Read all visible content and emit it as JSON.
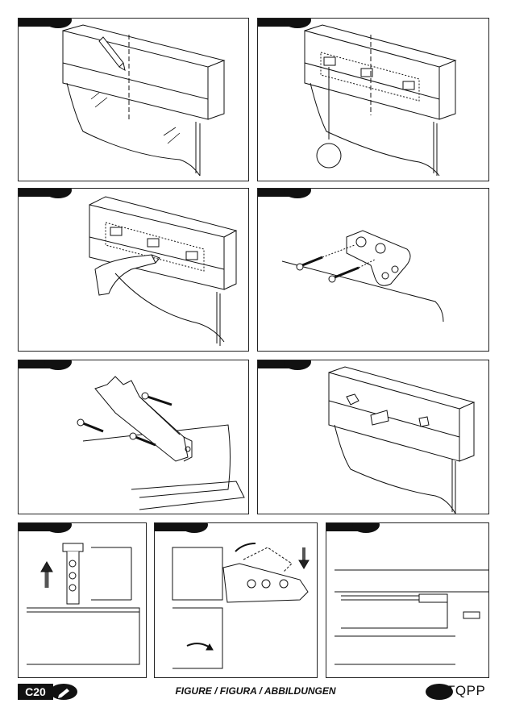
{
  "footer": {
    "page_number": "C20",
    "title": "FIGURE / FIGURA / ABBILDUNGEN",
    "brand_logo": "TQPP"
  },
  "icons": [
    "pencil-icon",
    "drill-icon",
    "screw-icon",
    "arrow-up-icon",
    "arrow-down-icon",
    "rotate-arrow-icon"
  ],
  "colors": {
    "ink": "#111111",
    "paper": "#ffffff"
  }
}
